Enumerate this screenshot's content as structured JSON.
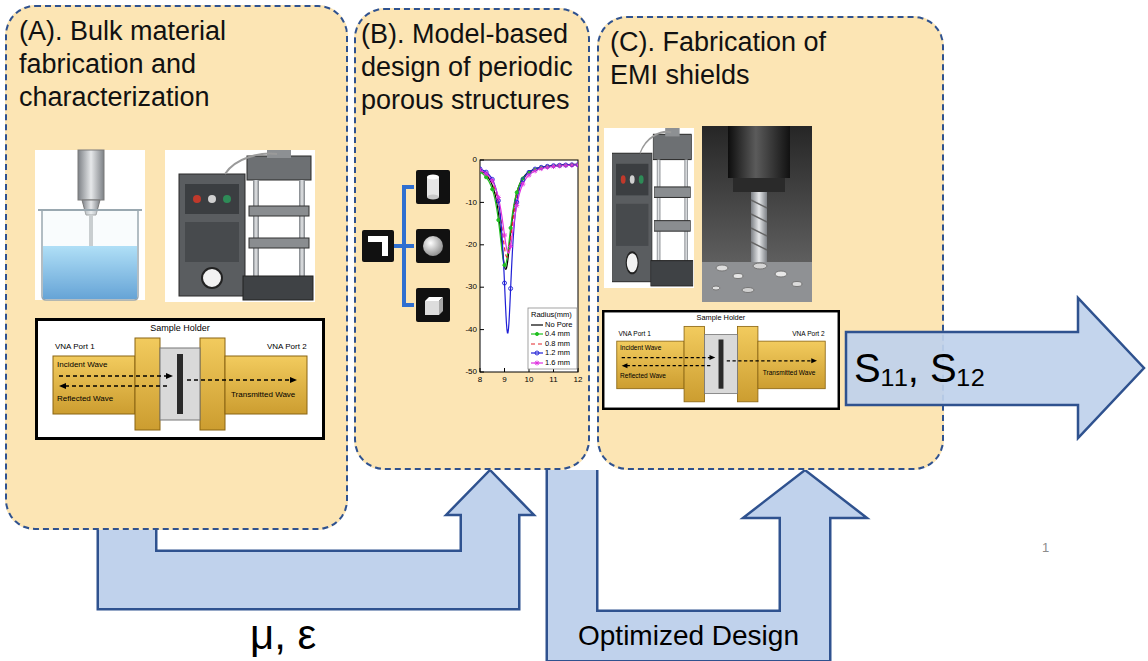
{
  "diagram": {
    "nodes": [
      {
        "text": [
          "(A). Bulk material fabrication and characterization"
        ]
      },
      {
        "text": [
          "(B). Model-based design of periodic porous structures"
        ]
      },
      {
        "text": [
          "(C). Fabrication of EMI shields"
        ]
      }
    ],
    "edges": [
      {
        "from": 0,
        "to": 1,
        "arrow": "to",
        "label": "μ, ε"
      },
      {
        "from": 1,
        "to": 2,
        "arrow": "to",
        "label": "Optimized Design"
      }
    ],
    "labels": [
      "Sample Holder",
      "VNA Port 1",
      "Incident Wave",
      "Reflected Wave",
      "Transmitted Wave",
      "VNA Port 2",
      "0",
      "-10",
      "-20",
      "-30",
      "-40",
      "-50",
      "8",
      "9",
      "10",
      "11",
      "12",
      "Radius(mm)",
      "Sample Holder",
      "VNA Port 1",
      "Incident Wave",
      "Reflected Wave",
      "Transmitted Wave",
      "VNA Port 2",
      "S₁₁, S₁₂",
      "1"
    ],
    "legend": [
      {
        "text": "No Pore"
      },
      {
        "text": "0.4 mm"
      },
      {
        "text": "0.8 mm"
      },
      {
        "text": "1.2 mm"
      },
      {
        "text": "1.6 mm"
      }
    ]
  }
}
